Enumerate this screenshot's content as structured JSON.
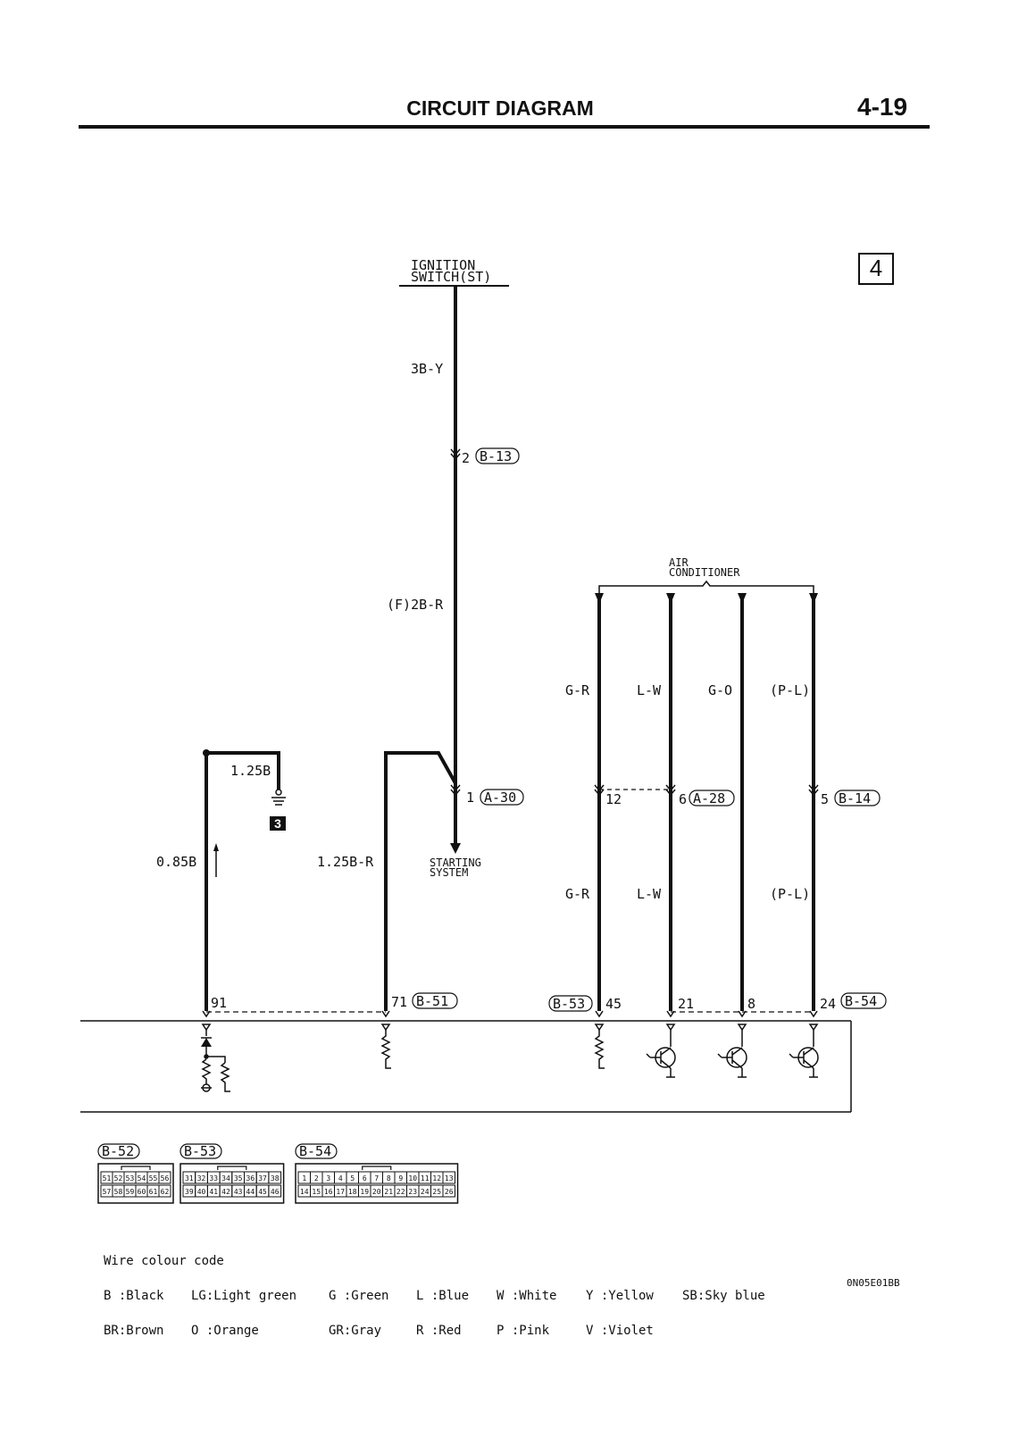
{
  "header": {
    "title": "CIRCUIT DIAGRAM",
    "page": "4-19"
  },
  "section_box": "4",
  "ground_badge": "3",
  "labels": {
    "ignition_line1": "IGNITION",
    "ignition_line2": "SWITCH(ST)",
    "wire_3by": "3B-Y",
    "pin_2": "2",
    "conn_b13": "B-13",
    "wire_f2br": "(F)2B-R",
    "pin_1": "1",
    "conn_a30": "A-30",
    "starting_line1": "STARTING",
    "starting_line2": "SYSTEM",
    "wire_125b": "1.25B",
    "wire_085b": "0.85B",
    "wire_125br": "1.25B-R",
    "ac_line1": "AIR",
    "ac_line2": "CONDITIONER",
    "wire_gr_top": "G-R",
    "wire_lw_top": "L-W",
    "wire_go": "G-O",
    "wire_pl_top": "(P-L)",
    "pin_12": "12",
    "pin_6": "6",
    "conn_a28": "A-28",
    "pin_5": "5",
    "conn_b14": "B-14",
    "wire_gr_bot": "G-R",
    "wire_lw_bot": "L-W",
    "wire_pl_bot": "(P-L)",
    "pin_91": "91",
    "pin_71": "71",
    "conn_b51": "B-51",
    "conn_b53": "B-53",
    "pin_45": "45",
    "pin_21": "21",
    "pin_8": "8",
    "pin_24": "24",
    "conn_b54": "B-54"
  },
  "connectors": [
    {
      "name": "B-52",
      "top": [
        "51",
        "52",
        "53",
        "54",
        "55",
        "56"
      ],
      "bottom": [
        "57",
        "58",
        "59",
        "60",
        "61",
        "62"
      ]
    },
    {
      "name": "B-53",
      "top": [
        "31",
        "32",
        "33",
        "34",
        "35",
        "36",
        "37",
        "38"
      ],
      "bottom": [
        "39",
        "40",
        "41",
        "42",
        "43",
        "44",
        "45",
        "46"
      ]
    },
    {
      "name": "B-54",
      "top": [
        "1",
        "2",
        "3",
        "4",
        "5",
        "6",
        "7",
        "8",
        "9",
        "10",
        "11",
        "12",
        "13"
      ],
      "bottom": [
        "14",
        "15",
        "16",
        "17",
        "18",
        "19",
        "20",
        "21",
        "22",
        "23",
        "24",
        "25",
        "26"
      ]
    }
  ],
  "legend": {
    "title": "Wire colour code",
    "row1": [
      "B :Black",
      "LG:Light green",
      "G :Green",
      "L :Blue",
      "W :White",
      "Y :Yellow",
      "SB:Sky blue"
    ],
    "row2": [
      "BR:Brown",
      "O :Orange",
      "GR:Gray",
      "R :Red",
      "P :Pink",
      "V :Violet"
    ]
  },
  "doc_code": "0N05E01BB"
}
